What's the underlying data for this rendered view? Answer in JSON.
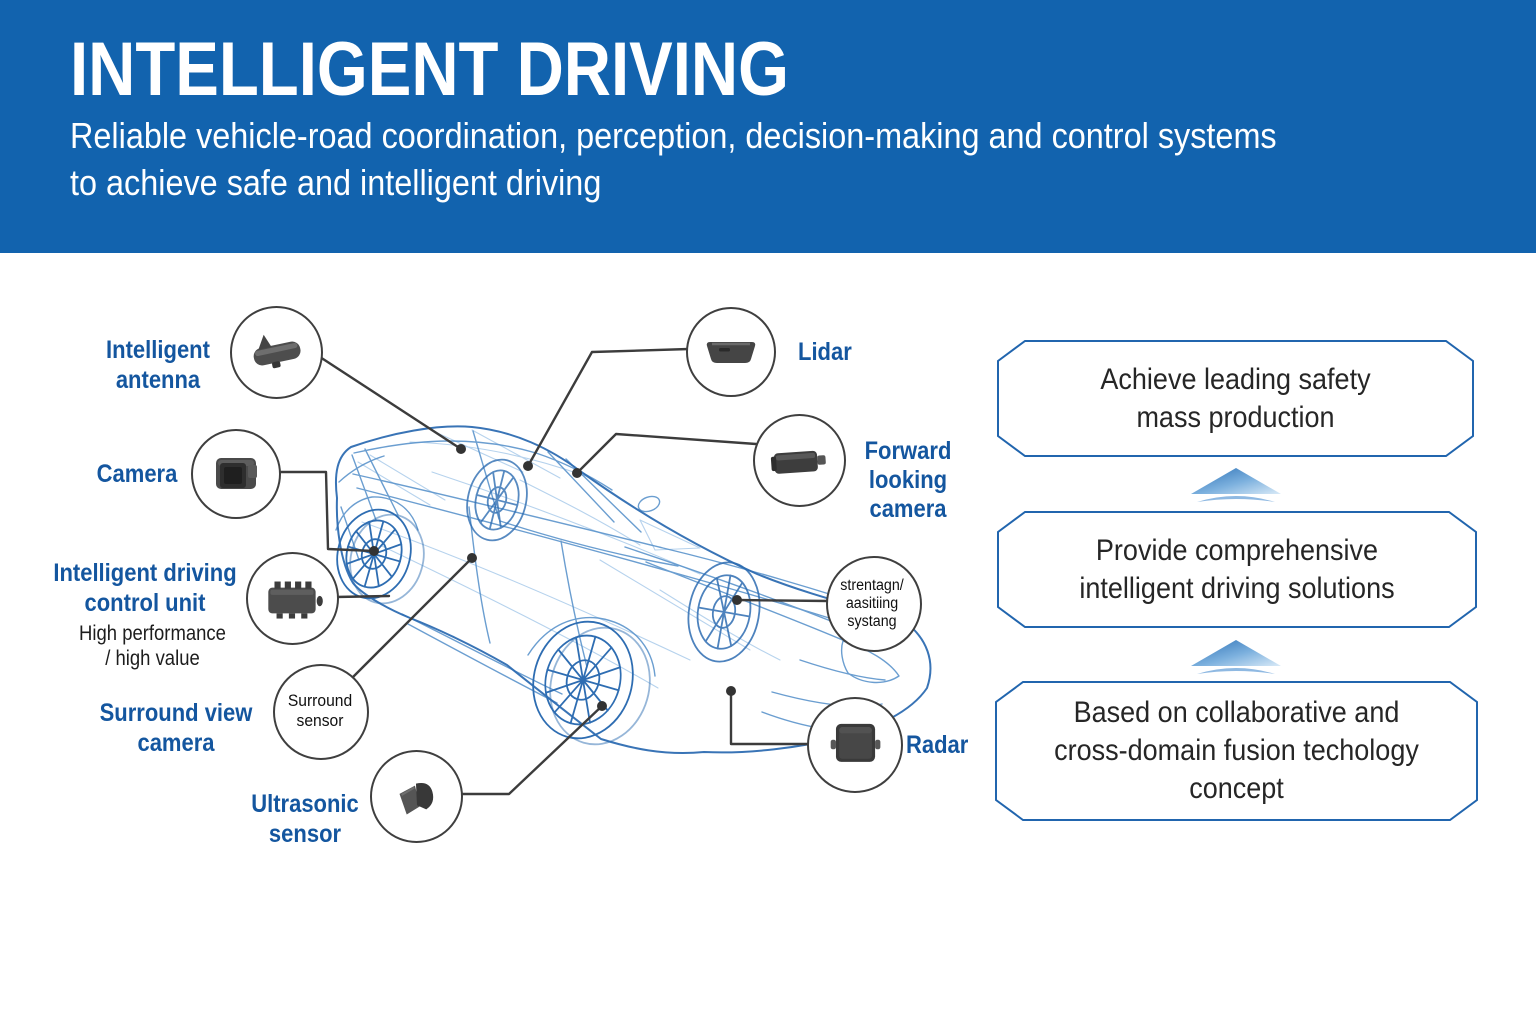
{
  "header": {
    "title": "INTELLIGENT DRIVING",
    "subtitle_lines": [
      "Reliable vehicle-road coordination, perception, decision-making and control systems",
      "to achieve safe and intelligent driving"
    ]
  },
  "callouts": {
    "intelligent_antenna": {
      "icon": "antenna-device",
      "label": [
        "Intelligent",
        "antenna"
      ]
    },
    "camera": {
      "icon": "camera-device",
      "label": [
        "Camera"
      ]
    },
    "control_unit": {
      "icon": "ecu-device",
      "label": [
        "Intelligent driving",
        "control unit"
      ],
      "note": [
        "High performance",
        "/ high value"
      ]
    },
    "surround_view_camera": {
      "label": [
        "Surround view",
        "camera"
      ],
      "bubble": [
        "Surround",
        "sensor"
      ]
    },
    "ultrasonic": {
      "icon": "ultrasonic-device",
      "label": [
        "Ultrasonic",
        "sensor"
      ]
    },
    "lidar": {
      "icon": "lidar-device",
      "label": [
        "Lidar"
      ]
    },
    "forward_camera": {
      "icon": "forward-camera-device",
      "label": [
        "Forward",
        "looking",
        "camera"
      ]
    },
    "assist_bubble": {
      "bubble": [
        "strentagn/",
        "aasitiing",
        "systang"
      ]
    },
    "radar": {
      "icon": "radar-device",
      "label": [
        "Radar"
      ]
    }
  },
  "benefits": [
    {
      "lines": [
        "Achieve leading safety",
        "mass production"
      ]
    },
    {
      "lines": [
        "Provide comprehensive",
        "intelligent driving solutions"
      ]
    },
    {
      "lines": [
        "Based on collaborative and",
        "cross-domain fusion techology",
        "concept"
      ]
    }
  ],
  "colors": {
    "header_bg": "#1263ae",
    "label_blue": "#14569f",
    "box_border": "#2165ae",
    "connector_gray": "#3c3c3c",
    "car_wireframe_blue": "#2e6db2",
    "arrow_blue": "#3b80c2"
  }
}
